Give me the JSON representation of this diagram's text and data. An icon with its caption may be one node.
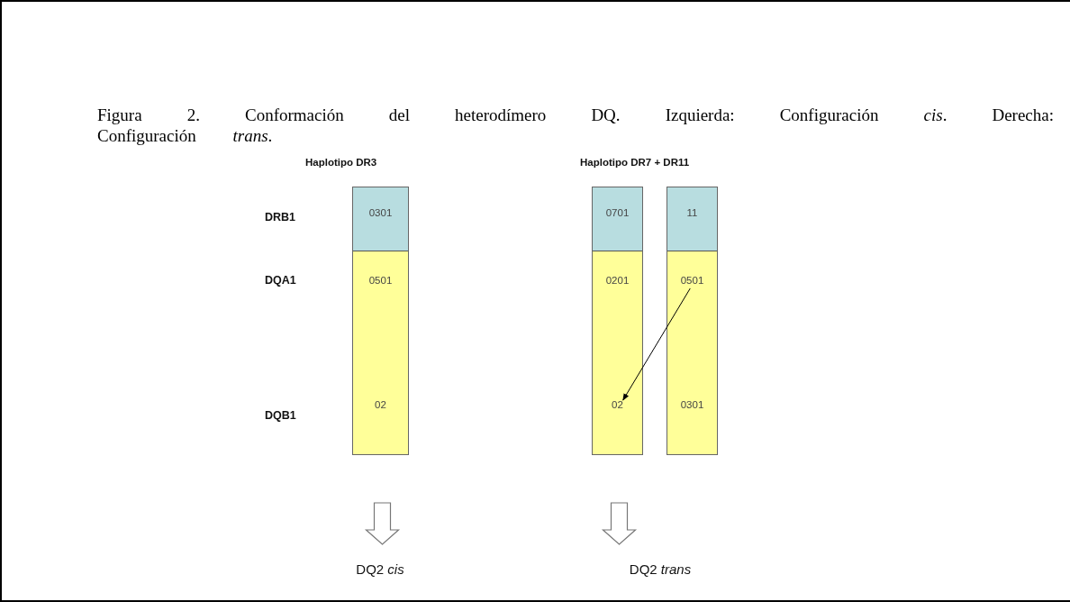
{
  "diagram": {
    "caption": "Figura 2. Conformación del heterodímero DQ. Izquierda: Configuración *cis*. Derecha: Configuración *trans*.",
    "nodes": [
      {
        "text": [],
        "shape": "bar"
      },
      {
        "text": [
          "0301"
        ],
        "in": 0
      },
      {
        "text": [],
        "shape": "box",
        "in": 0
      },
      {
        "text": [
          "0501"
        ],
        "in": 2
      },
      {
        "text": [
          "02"
        ],
        "in": 2
      },
      {
        "text": [],
        "shape": "bar"
      },
      {
        "text": [
          "0701"
        ],
        "in": 5
      },
      {
        "text": [],
        "shape": "box",
        "in": 5
      },
      {
        "text": [
          "0201"
        ],
        "in": 7
      },
      {
        "text": [
          "02"
        ],
        "in": 7
      },
      {
        "text": [],
        "shape": "bar"
      },
      {
        "text": [
          "11"
        ],
        "in": 10
      },
      {
        "text": [],
        "shape": "box",
        "in": 10
      },
      {
        "text": [
          "0501"
        ],
        "in": 12
      },
      {
        "text": [
          "0301"
        ],
        "in": 12
      },
      {
        "text": [
          "DQ2 *cis*"
        ]
      },
      {
        "text": [
          "DQ2 *trans*"
        ]
      }
    ],
    "edges": [
      {
        "from": 13,
        "to": 9,
        "arrow": "to"
      },
      {
        "from": 0,
        "to": 15,
        "arrow": "to",
        "style": "thick"
      },
      {
        "from": 5,
        "to": 16,
        "arrow": "to",
        "style": "thick"
      }
    ],
    "labels": [
      "Haplotipo DR3",
      "Haplotipo DR7 + DR11",
      "DRB1",
      "DQA1",
      "DQB1"
    ]
  }
}
